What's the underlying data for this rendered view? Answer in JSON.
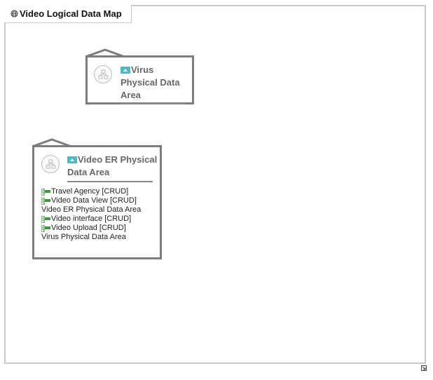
{
  "diagram": {
    "title": "Video Logical Data Map",
    "title_icon": "globe-icon"
  },
  "nodes": {
    "virus": {
      "title_line1": "Virus",
      "title_line2": "Physical Data",
      "title_line3": "Area",
      "icon": "physical-data-area-icon"
    },
    "video_er": {
      "title_line1": "Video ER Physical",
      "title_line2": "Data Area",
      "icon": "physical-data-area-icon",
      "items": [
        {
          "label": "Travel Agency [CRUD]",
          "icon": "entity-icon"
        },
        {
          "label": "Video Data View [CRUD]",
          "icon": "entity-icon"
        },
        {
          "label": "Video ER Physical Data Area",
          "icon": ""
        },
        {
          "label": "Video interface [CRUD]",
          "icon": "entity-icon"
        },
        {
          "label": "Video Upload [CRUD]",
          "icon": "entity-icon"
        },
        {
          "label": "Virus Physical Data Area",
          "icon": ""
        }
      ]
    }
  },
  "colors": {
    "node_border": "#7d7d7d",
    "frame_border": "#c8c8c8",
    "area_icon": "#4fb7c4",
    "entity_icon": "#3a9a3a"
  }
}
